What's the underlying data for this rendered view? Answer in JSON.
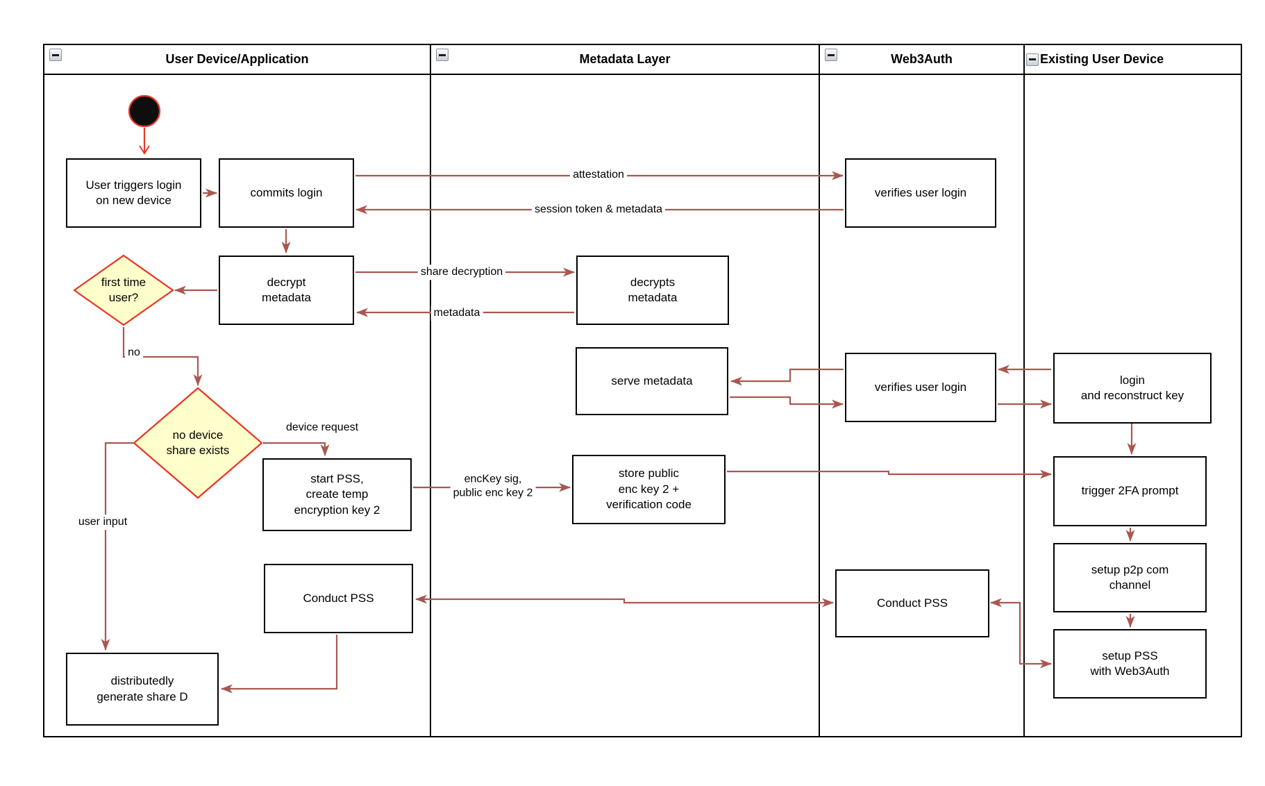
{
  "lanes": [
    {
      "title": "User Device/Application"
    },
    {
      "title": "Metadata Layer"
    },
    {
      "title": "Web3Auth"
    },
    {
      "title": "Existing User Device"
    }
  ],
  "nodes": {
    "user_triggers_login": {
      "label": "User triggers login\non new device"
    },
    "commits_login": {
      "label": "commits login"
    },
    "decrypt_metadata": {
      "label": "decrypt\nmetadata"
    },
    "first_time_user": {
      "label": "first time\nuser?"
    },
    "no_device_share_exists": {
      "label": "no device\nshare exists"
    },
    "start_pss": {
      "label": "start PSS,\ncreate temp\nencryption key 2"
    },
    "conduct_pss_user": {
      "label": "Conduct PSS"
    },
    "distributedly_generate_share_d": {
      "label": "distributedly\ngenerate share D"
    },
    "decrypts_metadata": {
      "label": "decrypts\nmetadata"
    },
    "serve_metadata": {
      "label": "serve metadata"
    },
    "store_public_enc_key": {
      "label": "store public\nenc key 2 +\nverification code"
    },
    "verifies_user_login_1": {
      "label": "verifies user login"
    },
    "verifies_user_login_2": {
      "label": "verifies user login"
    },
    "conduct_pss_web3auth": {
      "label": "Conduct PSS"
    },
    "login_and_reconstruct_key": {
      "label": "login\nand reconstruct key"
    },
    "trigger_2fa_prompt": {
      "label": "trigger 2FA prompt"
    },
    "setup_p2p_com_channel": {
      "label": "setup p2p com\nchannel"
    },
    "setup_pss_with_web3auth": {
      "label": "setup PSS\nwith Web3Auth"
    }
  },
  "edge_labels": {
    "attestation": "attestation",
    "session_token_metadata": "session token & metadata",
    "share_decryption": "share decryption",
    "metadata": "metadata",
    "no": "no",
    "device_request": "device request",
    "enckey_sig": "encKey sig,\npublic enc key 2",
    "user_input": "user input"
  },
  "colors": {
    "arrow": "#a9574f",
    "start_arrow": "#e8392b",
    "diamond_fill": "#ffffcb",
    "diamond_border": "#ea3323",
    "node_border": "#000000",
    "lane_border": "#000000"
  }
}
